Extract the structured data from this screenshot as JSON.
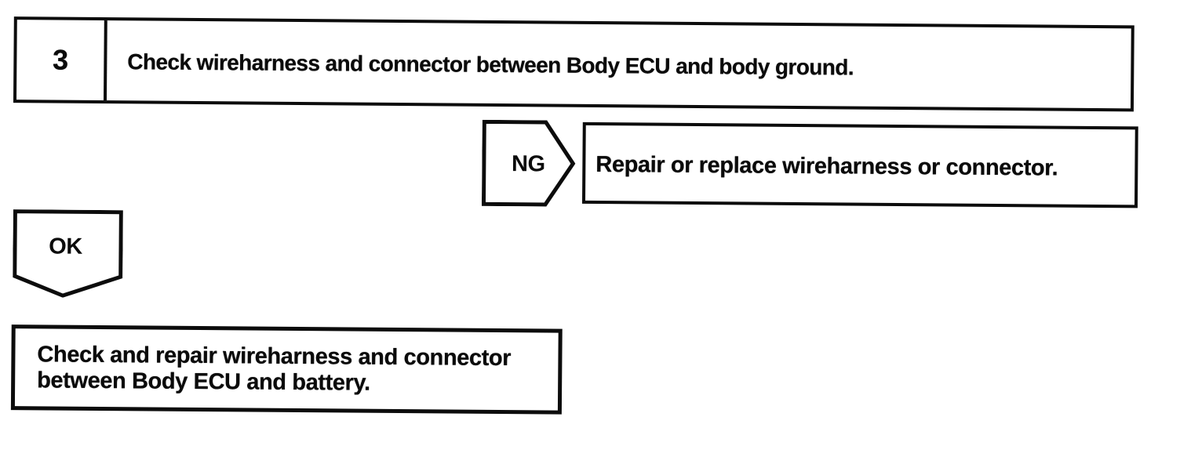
{
  "document": {
    "background_color": "#ffffff",
    "ink_color": "#0b0b0b"
  },
  "flowchart": {
    "step": {
      "number": "3",
      "instruction": "Check wireharness and connector between Body ECU and body ground."
    },
    "ng_branch": {
      "label": "NG",
      "action": "Repair or replace wireharness or connector."
    },
    "ok_branch": {
      "label": "OK",
      "action_lines": [
        "Check and repair wireharness and connector",
        "between Body ECU and battery."
      ]
    }
  }
}
